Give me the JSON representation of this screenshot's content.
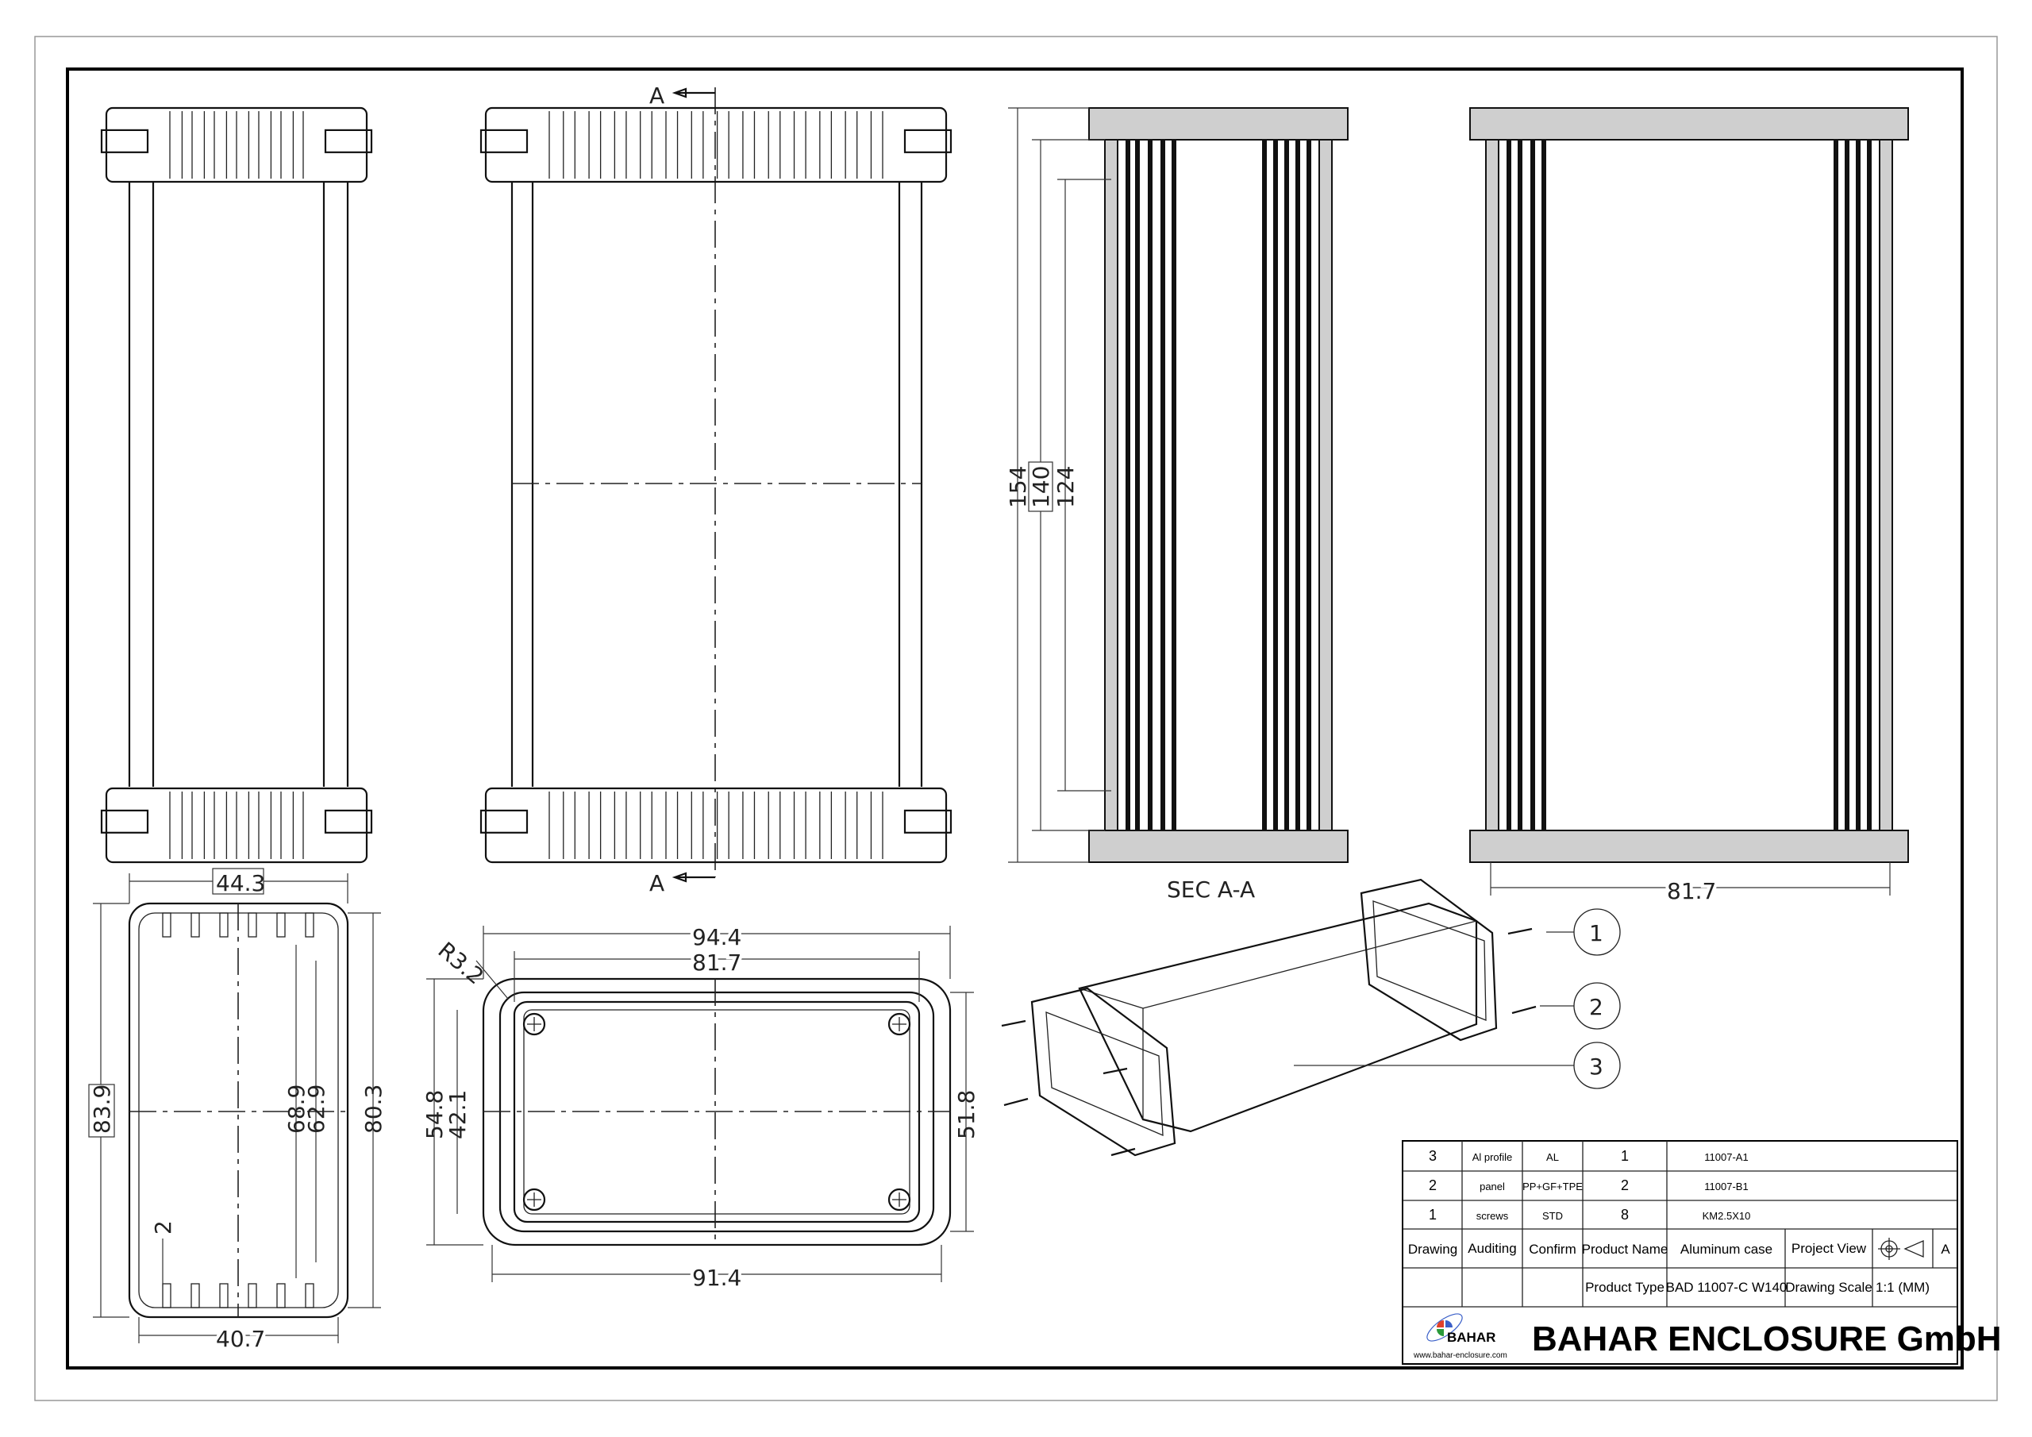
{
  "views": {
    "section_label": "SEC A-A",
    "section_marker": "A"
  },
  "dimensions": {
    "side_view": {
      "length_overall": "154",
      "length_body": "140",
      "length_inner": "124"
    },
    "rear_view": {
      "width": "81.7"
    },
    "profile": {
      "top_width": "44.3",
      "bottom_width": "40.7",
      "height_outer": "83.9",
      "height_right": "80.3",
      "inner_height_1": "68.9",
      "inner_height_2": "62.9",
      "wall": "2"
    },
    "panel": {
      "width_overall": "94.4",
      "width_inner": "81.7",
      "width_bottom": "91.4",
      "height_overall": "54.8",
      "height_inner": "42.1",
      "height_right": "51.8",
      "radius": "R3.2"
    }
  },
  "balloons": [
    "1",
    "2",
    "3"
  ],
  "bom": [
    {
      "item": "3",
      "name": "Al profile",
      "material": "AL",
      "qty": "1",
      "code": "11007-A1"
    },
    {
      "item": "2",
      "name": "panel",
      "material": "PP+GF+TPE",
      "qty": "2",
      "code": "11007-B1"
    },
    {
      "item": "1",
      "name": "screws",
      "material": "STD",
      "qty": "8",
      "code": "KM2.5X10"
    }
  ],
  "title_block": {
    "drawing": "Drawing",
    "auditing": "Auditing",
    "confirm": "Confirm",
    "product_name_label": "Product Name",
    "product_name": "Aluminum case",
    "project_view_label": "Project View",
    "sheet_size": "A",
    "product_type_label": "Product Type",
    "product_type": "BAD 11007-C W140",
    "drawing_scale_label": "Drawing Scale",
    "drawing_scale": "1:1 (MM)",
    "company": "BAHAR ENCLOSURE GmbH",
    "logo_text": "BAHAR",
    "website": "www.bahar-enclosure.com"
  },
  "colors": {
    "line": "#111111",
    "logo_red": "#e0402a",
    "logo_blue": "#3a5fc8",
    "logo_green": "#2a9a3a"
  }
}
